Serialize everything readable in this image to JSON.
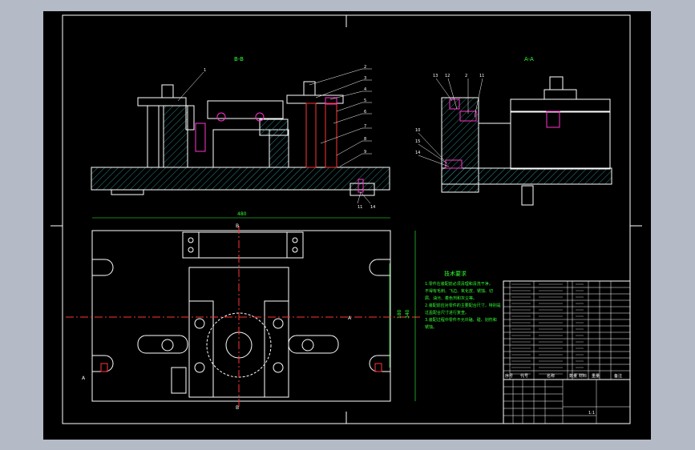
{
  "window": {
    "background_color": "#b4bac6",
    "canvas_color": "#000000"
  },
  "colors": {
    "outline": "#ffffff",
    "hatch": "#2a8a8a",
    "centerline": "#ff3333",
    "dimension": "#33ff33",
    "note_text": "#33ff33",
    "highlight": "#ff33cc",
    "leader": "#ffffff"
  },
  "views": {
    "front_section_label": "B-B",
    "side_section_label": "A-A"
  },
  "balloons_front": [
    "2",
    "3",
    "4",
    "5",
    "6",
    "7",
    "8",
    "9",
    "1"
  ],
  "balloons_side": [
    "13",
    "12",
    "2",
    "11",
    "10",
    "15",
    "14"
  ],
  "balloons_lower": [
    "11",
    "14"
  ],
  "dimensions": {
    "overall_length": "480",
    "overall_width": "340",
    "inner_width": "180",
    "section_mark_top": "B",
    "section_mark_bottom": "B",
    "section_mark_right": "A",
    "section_mark_left": "A"
  },
  "technical_notes": {
    "title": "技术要求",
    "lines": [
      "1.零件在装配前必须清理和清洗干净，",
      "不得有毛刺、飞边、氧化皮、锈蚀、切",
      "屑、油污、着色剂和灰尘等。",
      "2.装配前应对零件的主要配合尺寸，特别是",
      "过盈配合尺寸进行复查。",
      "3.装配过程中零件不允许磕、碰、划伤和",
      "锈蚀。"
    ]
  },
  "title_block": {
    "header_cells": [
      "序号",
      "代号",
      "名称",
      "数量",
      "材料",
      "重量",
      "备注"
    ],
    "bottom_text": "1:1"
  }
}
